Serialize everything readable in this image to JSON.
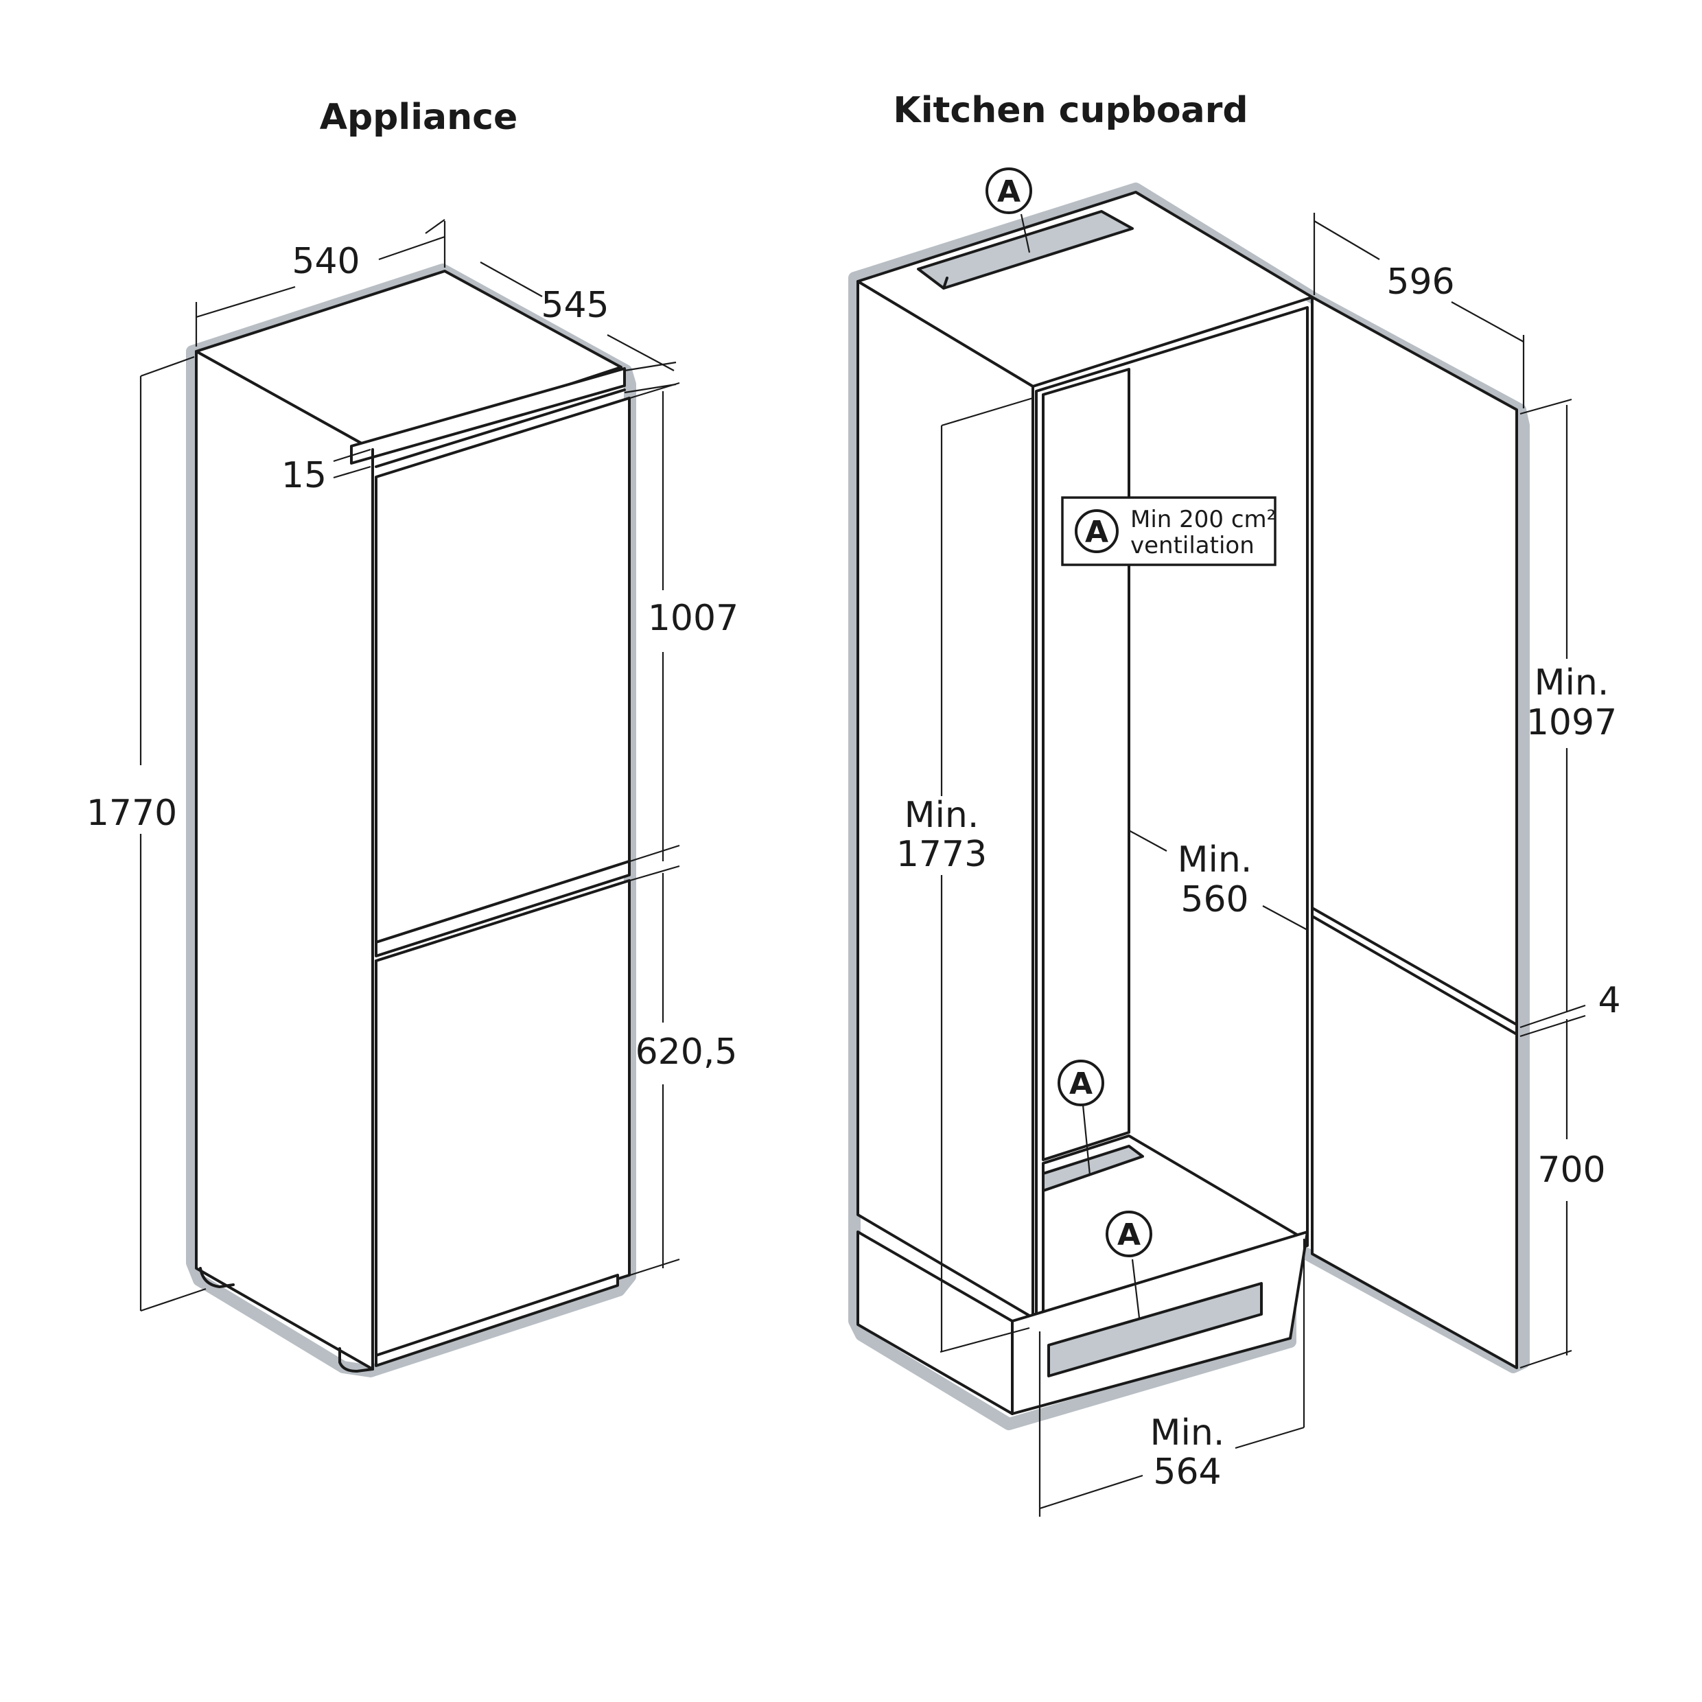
{
  "titles": {
    "appliance": "Appliance",
    "cupboard": "Kitchen cupboard"
  },
  "appliance_dims": {
    "width": "540",
    "depth": "545",
    "top_gap": "15",
    "height": "1770",
    "upper_door": "1007",
    "lower_door": "620,5"
  },
  "cupboard_dims": {
    "depth": "596",
    "min_height_prefix": "Min.",
    "min_height": "1773",
    "min_inner_width_prefix": "Min.",
    "min_inner_width": "560",
    "min_width_prefix": "Min.",
    "min_width": "564",
    "upper_door_prefix": "Min.",
    "upper_door": "1097",
    "gap": "4",
    "lower_door": "700"
  },
  "ventilation": {
    "marker": "A",
    "line1": "Min 200 cm²",
    "line2": "ventilation"
  },
  "colors": {
    "outline": "#1a1a1a",
    "halo": "#b8bec4",
    "vent_fill": "#c2c8ce"
  }
}
